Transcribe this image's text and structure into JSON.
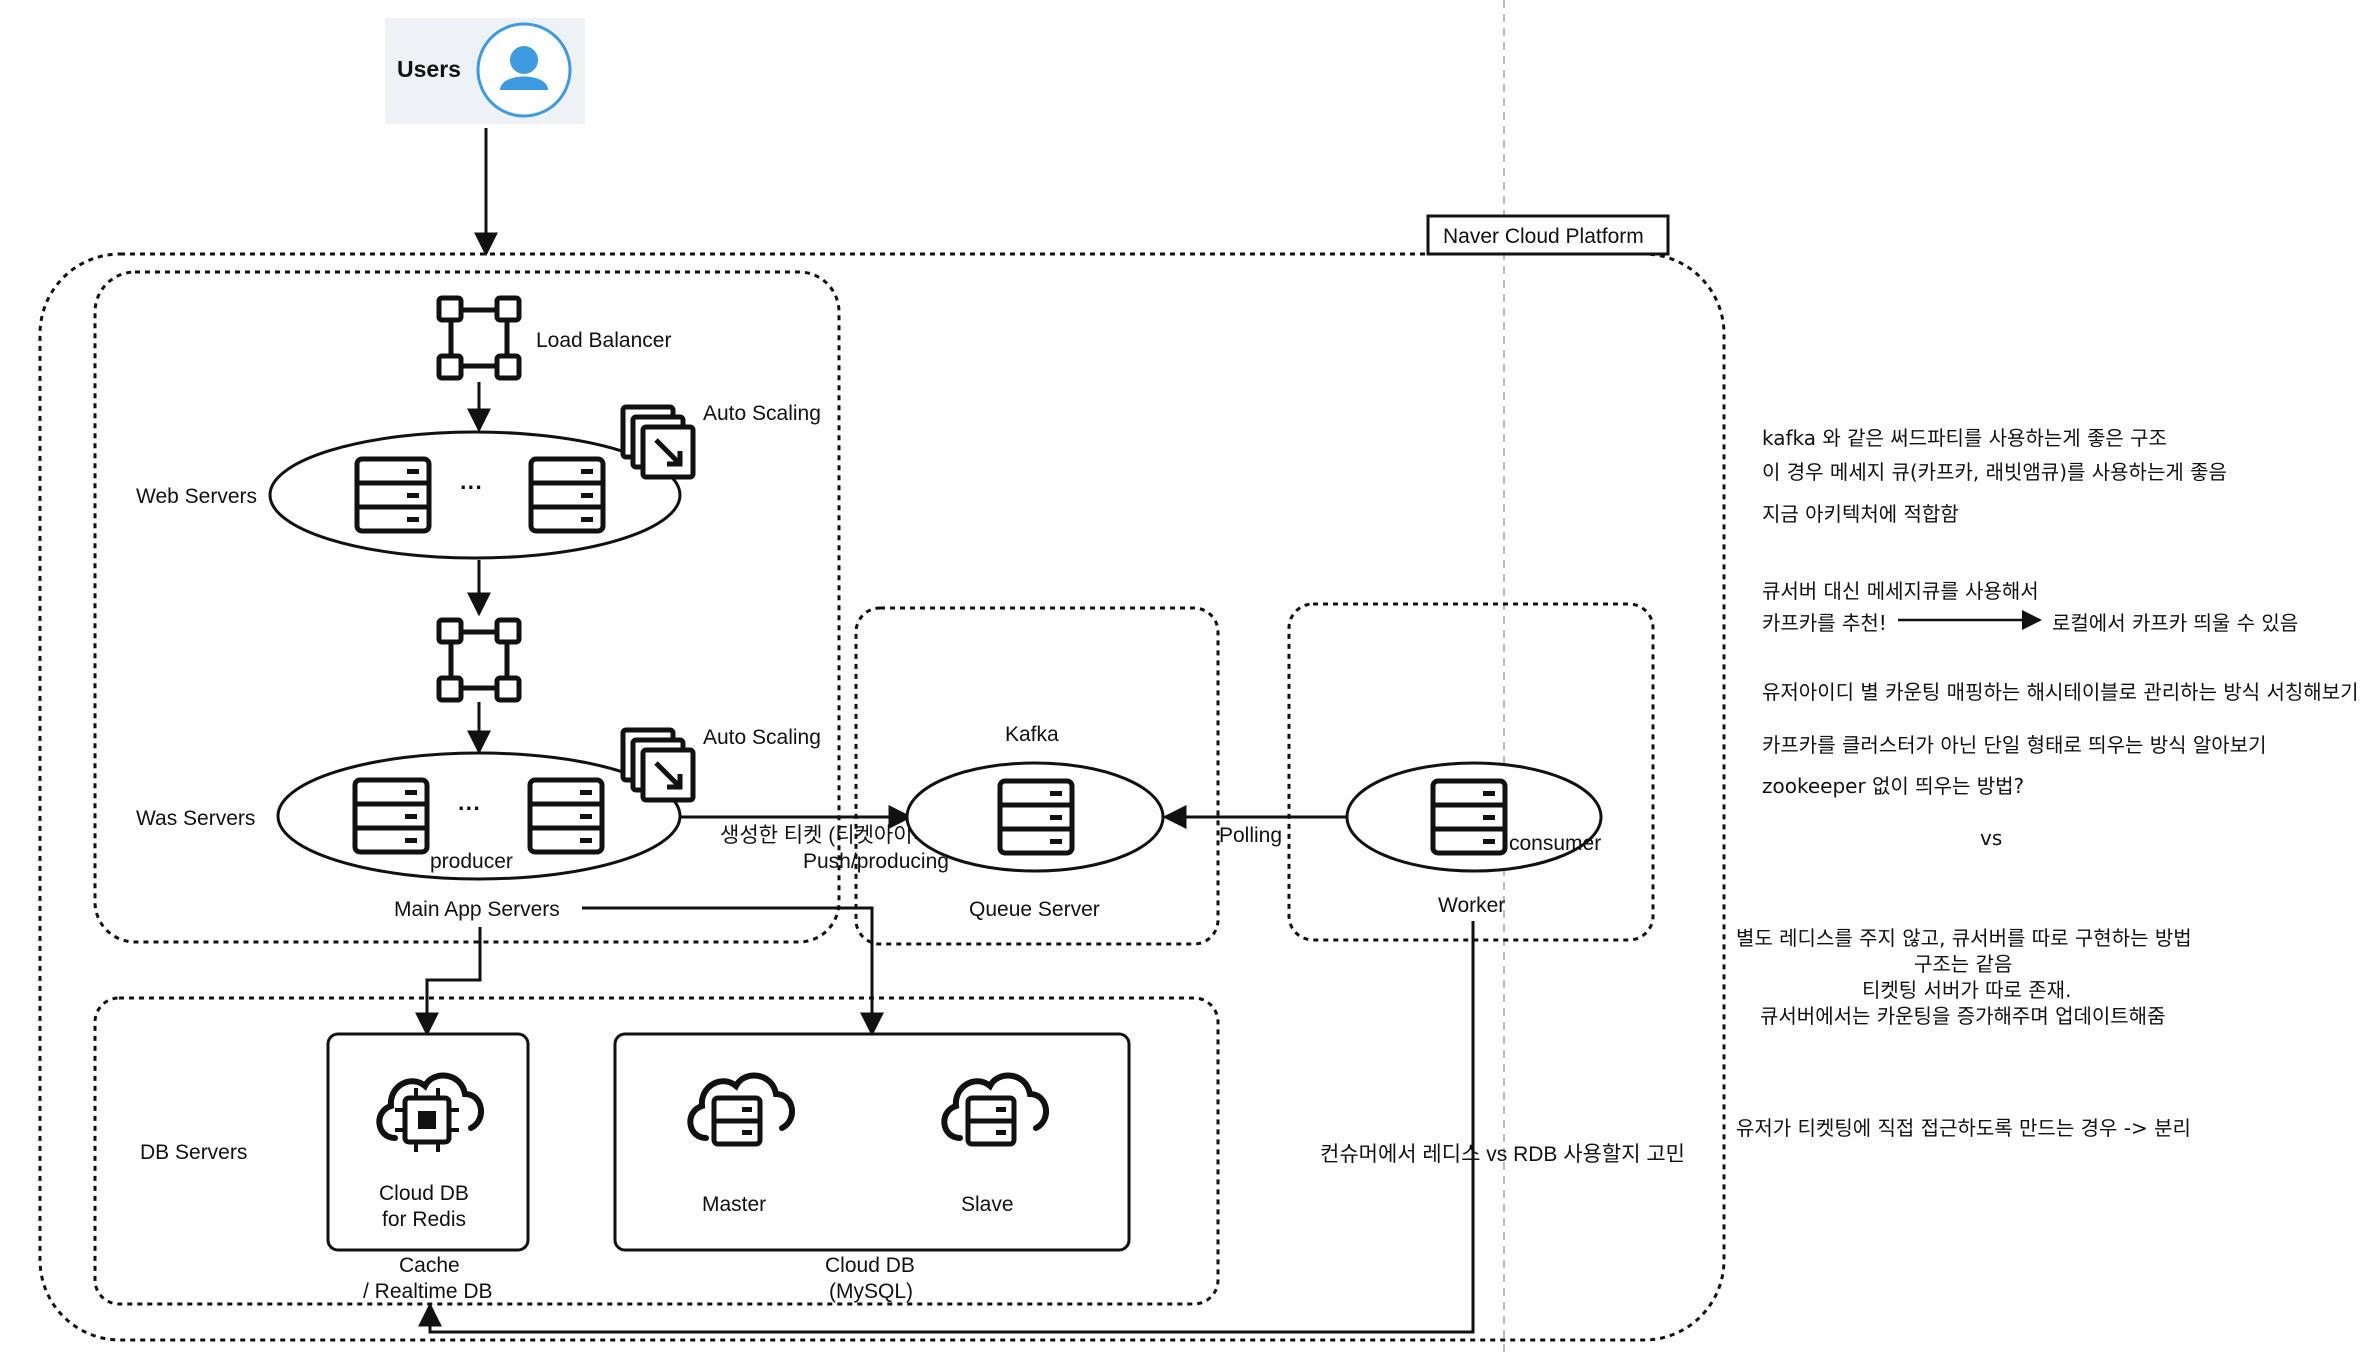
{
  "users": {
    "label": "Users"
  },
  "platform": {
    "label": "Naver Cloud Platform"
  },
  "main_app": {
    "load_balancer": "Load Balancer",
    "auto_scaling_web": "Auto Scaling",
    "auto_scaling_was": "Auto Scaling",
    "web_servers": "Web Servers",
    "was_servers": "Was Servers",
    "ellipsis": "···",
    "producer": "producer",
    "group_label": "Main App Servers"
  },
  "queue": {
    "kafka": "Kafka",
    "label": "Queue Server",
    "push_line1": "생성한 티켓 (티켓아이디는 응답으로)",
    "push_line2": "Push/producing",
    "polling": "Polling"
  },
  "worker": {
    "consumer": "consumer",
    "label": "Worker"
  },
  "db": {
    "group_label": "DB Servers",
    "redis_line1": "Cloud DB",
    "redis_line2": "for Redis",
    "cache_line1": "Cache",
    "cache_line2": "/ Realtime DB",
    "master": "Master",
    "slave": "Slave",
    "mysql_line1": "Cloud DB",
    "mysql_line2": "(MySQL)"
  },
  "consumer_note": "컨슈머에서 레디스 vs RDB 사용할지 고민",
  "notes": {
    "n1": "kafka 와 같은 써드파티를 사용하는게 좋은 구조",
    "n2": "이 경우 메세지 큐(카프카, 래빗앰큐)를 사용하는게 좋음",
    "n3": "지금 아키텍처에 적합함",
    "n4": "큐서버 대신 메세지큐를 사용해서",
    "n5": "카프카를 추천!",
    "n6": "로컬에서 카프카 띄울 수 있음",
    "n7": "유저아이디 별 카운팅 매핑하는 해시테이블로 관리하는 방식 서칭해보기",
    "n8": "카프카를 클러스터가 아닌 단일 형태로 띄우는 방식 알아보기",
    "n9": "zookeeper 없이 띄우는 방법?",
    "n10": "vs",
    "n11": "별도 레디스를 주지 않고, 큐서버를 따로 구현하는 방법",
    "n12": "구조는 같음",
    "n13": "티켓팅 서버가 따로 존재.",
    "n14": "큐서버에서는 카운팅을 증가해주며 업데이트해줌",
    "n15": "유저가 티켓팅에 직접 접근하도록 만드는 경우 -> 분리"
  },
  "colors": {
    "user_icon": "#3d9ae0",
    "user_bg": "#eef1f5",
    "stroke": "#111111"
  }
}
